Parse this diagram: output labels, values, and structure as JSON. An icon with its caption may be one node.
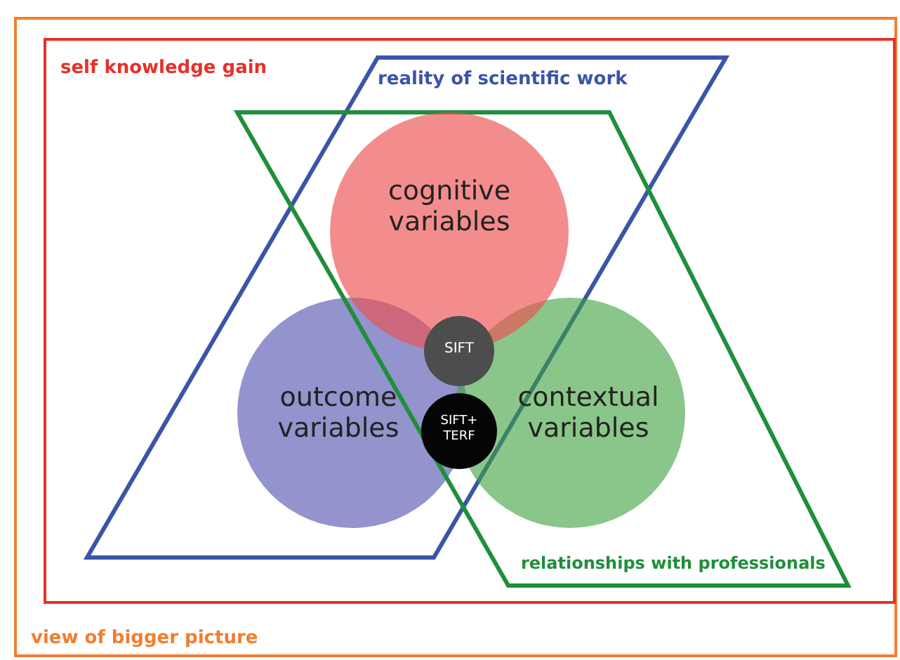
{
  "diagram": {
    "nodes": [
      {
        "text": [
          "view of bigger picture"
        ]
      },
      {
        "text": [
          "self knowledge gain"
        ],
        "in": 0
      },
      {
        "text": [
          "reality of scientific work"
        ],
        "in": 1
      },
      {
        "text": [
          "relationships with professionals"
        ],
        "in": 1
      },
      {
        "text": [
          "cognitive variables"
        ]
      },
      {
        "text": [
          "outcome variables"
        ],
        "in": 2
      },
      {
        "text": [
          "contextual variables"
        ],
        "in": 3
      },
      {
        "text": [
          "SIFT"
        ]
      },
      {
        "text": [
          "SIFT+ TERF"
        ]
      }
    ],
    "edges": []
  }
}
